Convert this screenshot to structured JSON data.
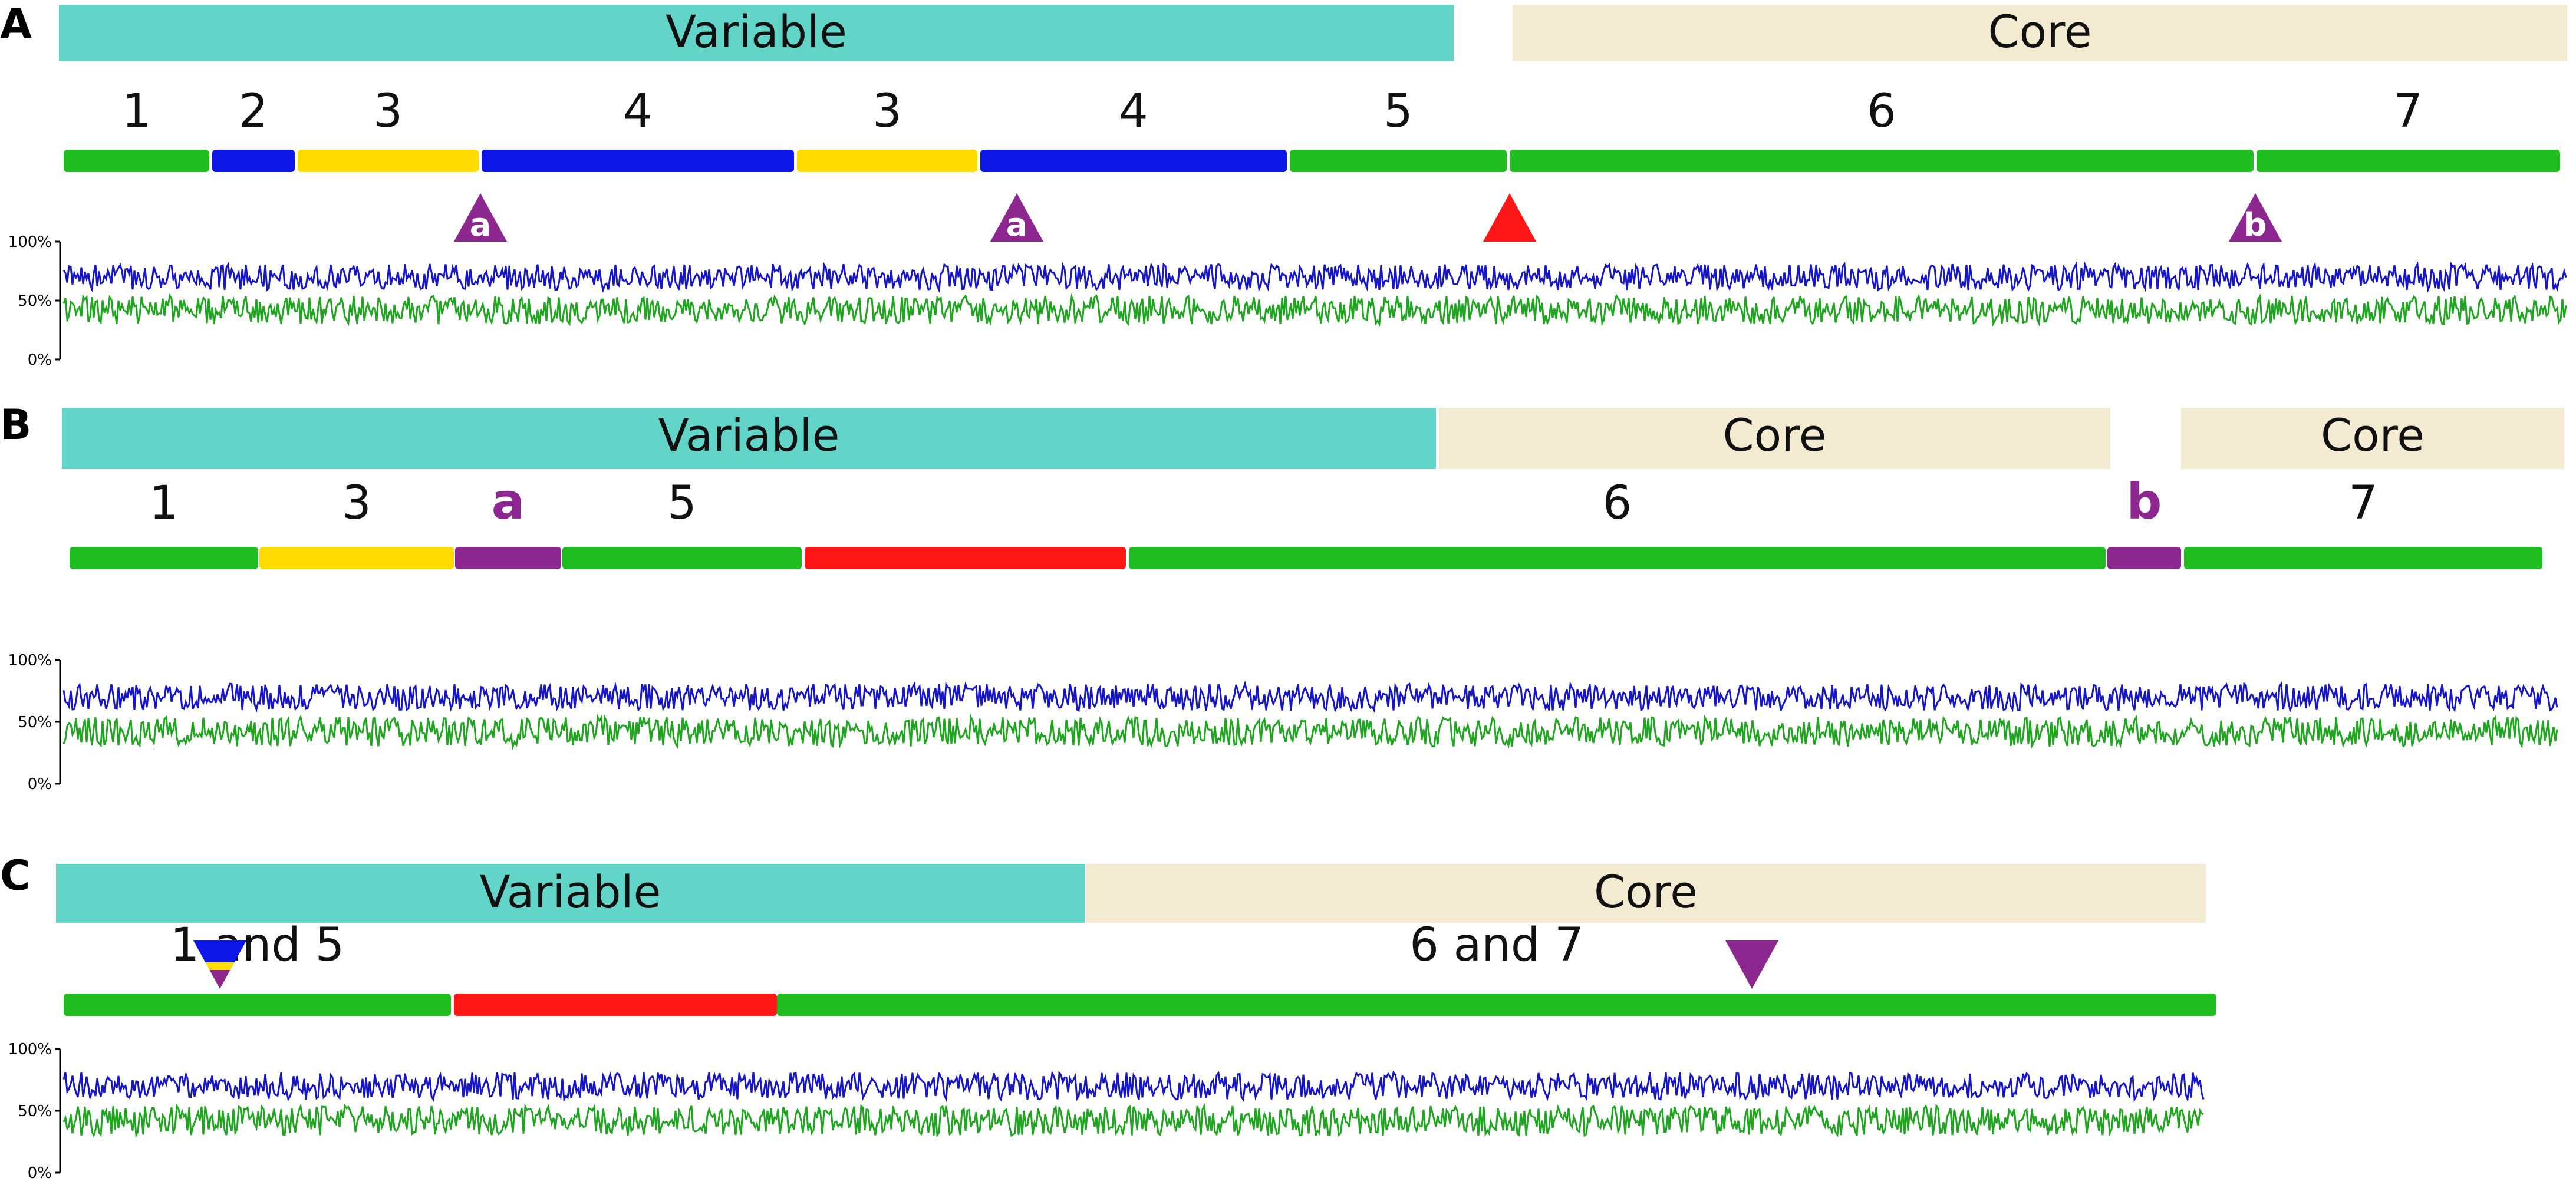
{
  "colors": {
    "variable": "#62d4c8",
    "core": "#f2ebd2",
    "green": "#1fbd1f",
    "blue": "#0c16e6",
    "yellow": "#ffdb00",
    "purple": "#8c278f",
    "red": "#ff1616",
    "trace_blue": "#1616c8",
    "trace_green": "#1fa51f"
  },
  "panels": [
    {
      "label": "A",
      "regions": [
        {
          "type": "variable",
          "label": "Variable"
        },
        {
          "type": "core",
          "label": "Core"
        }
      ],
      "segments": [
        {
          "color": "green",
          "label": "1"
        },
        {
          "color": "blue",
          "label": "2"
        },
        {
          "color": "yellow",
          "label": "3"
        },
        {
          "color": "blue",
          "label": "4"
        },
        {
          "color": "yellow",
          "label": "3"
        },
        {
          "color": "blue",
          "label": "4"
        },
        {
          "color": "green",
          "label": "5"
        },
        {
          "color": "green",
          "label": "6"
        },
        {
          "color": "green",
          "label": "7"
        }
      ],
      "markers": [
        {
          "shape": "triangle-up",
          "color": "purple",
          "label": "a"
        },
        {
          "shape": "triangle-up",
          "color": "purple",
          "label": "a"
        },
        {
          "shape": "triangle-up",
          "color": "red",
          "label": ""
        },
        {
          "shape": "triangle-up",
          "color": "purple",
          "label": "b"
        }
      ],
      "trace_axis": [
        "100%",
        "50%",
        "0%"
      ]
    },
    {
      "label": "B",
      "regions": [
        {
          "type": "variable",
          "label": "Variable"
        },
        {
          "type": "core",
          "label": "Core"
        },
        {
          "type": "core",
          "label": "Core"
        }
      ],
      "segments": [
        {
          "color": "green",
          "label": "1"
        },
        {
          "color": "yellow",
          "label": "3"
        },
        {
          "color": "purple",
          "label": "a"
        },
        {
          "color": "green",
          "label": "5"
        },
        {
          "color": "red",
          "label": ""
        },
        {
          "color": "green",
          "label": "6"
        },
        {
          "color": "purple",
          "label": "b"
        },
        {
          "color": "green",
          "label": "7"
        }
      ],
      "markers": [],
      "trace_axis": [
        "100%",
        "50%",
        "0%"
      ]
    },
    {
      "label": "C",
      "regions": [
        {
          "type": "variable",
          "label": "Variable"
        },
        {
          "type": "core",
          "label": "Core"
        }
      ],
      "segments": [
        {
          "color": "green",
          "label": "1 and 5"
        },
        {
          "color": "red",
          "label": ""
        },
        {
          "color": "green",
          "label": "6 and 7"
        }
      ],
      "markers": [
        {
          "shape": "triangle-down-striped",
          "color": "blue",
          "label": ""
        },
        {
          "shape": "triangle-down",
          "color": "purple",
          "label": ""
        }
      ],
      "trace_axis": [
        "100%",
        "50%",
        "0%"
      ]
    }
  ]
}
